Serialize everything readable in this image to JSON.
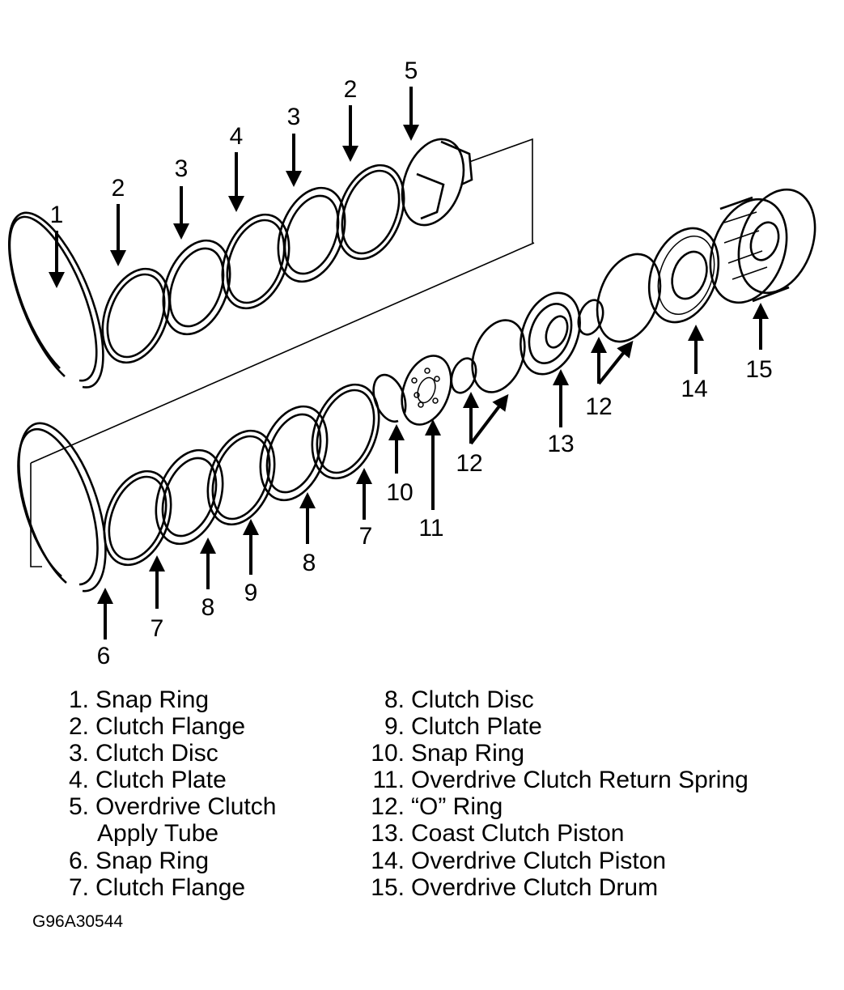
{
  "callouts": {
    "c1": "1",
    "c2a": "2",
    "c3a": "3",
    "c4": "4",
    "c3b": "3",
    "c2b": "2",
    "c5": "5",
    "c6": "6",
    "c7a": "7",
    "c8a": "8",
    "c9": "9",
    "c8b": "8",
    "c7b": "7",
    "c10": "10",
    "c11": "11",
    "c12a": "12",
    "c13": "13",
    "c12b": "12",
    "c14": "14",
    "c15": "15"
  },
  "legend": {
    "left": [
      {
        "num": "1.",
        "label": "Snap Ring"
      },
      {
        "num": "2.",
        "label": "Clutch Flange"
      },
      {
        "num": "3.",
        "label": "Clutch Disc"
      },
      {
        "num": "4.",
        "label": "Clutch Plate"
      },
      {
        "num": "5.",
        "label": "Overdrive Clutch"
      },
      {
        "num": "",
        "label": "Apply Tube"
      },
      {
        "num": "6.",
        "label": "Snap Ring"
      },
      {
        "num": "7.",
        "label": "Clutch Flange"
      }
    ],
    "right": [
      {
        "num": "8.",
        "label": "Clutch Disc"
      },
      {
        "num": "9.",
        "label": "Clutch Plate"
      },
      {
        "num": "10.",
        "label": "Snap Ring"
      },
      {
        "num": "11.",
        "label": "Overdrive Clutch Return Spring"
      },
      {
        "num": "12.",
        "label": "“O” Ring"
      },
      {
        "num": "13.",
        "label": "Coast Clutch Piston"
      },
      {
        "num": "14.",
        "label": "Overdrive Clutch Piston"
      },
      {
        "num": "15.",
        "label": "Overdrive Clutch Drum"
      }
    ]
  },
  "figure_code": "G96A30544"
}
